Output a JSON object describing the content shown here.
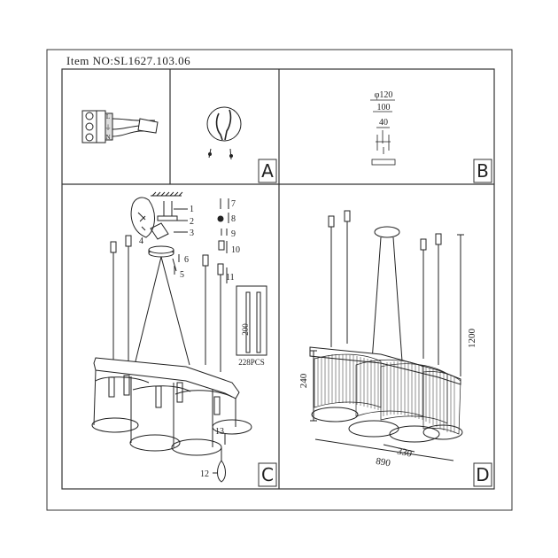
{
  "header": {
    "item_number": "Item NO:SL1627.103.06"
  },
  "panels": {
    "a": {
      "letter": "A"
    },
    "b": {
      "letter": "B",
      "dimensions": {
        "diameter": "φ120",
        "width": "100",
        "spacing": "40"
      }
    },
    "c": {
      "letter": "C",
      "part_labels": [
        "1",
        "2",
        "3",
        "4",
        "5",
        "6",
        "7",
        "8",
        "9",
        "10",
        "11",
        "12",
        "13"
      ],
      "crystal_rod": {
        "length": "200",
        "quantity": "228PCS"
      }
    },
    "d": {
      "letter": "D",
      "dimensions": {
        "height_total": "1200",
        "height_body": "240",
        "depth": "330",
        "length": "890"
      }
    }
  }
}
